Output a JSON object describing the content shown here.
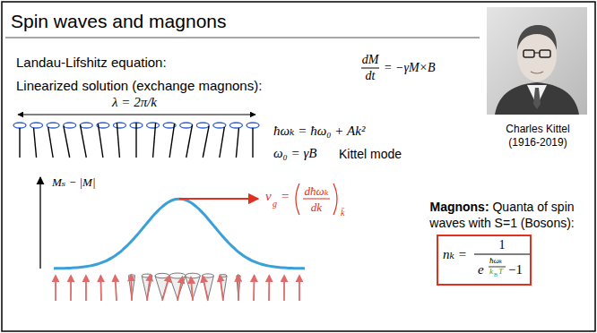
{
  "diagram": {
    "title": "Spin waves and magnons",
    "nodes": [
      {
        "text": [
          "nₖ =",
          "1",
          "e",
          "ħωₖ",
          "k",
          "B",
          "T",
          "−1"
        ]
      }
    ],
    "labels": [
      "Landau-Lifshitz equation:",
      "dM",
      "dt",
      "= −γM×B",
      "Linearized solution (exchange magnons):",
      "λ = 2π/k",
      "ħωₖ = ħω₀ + Ak²",
      "ω₀ = γB",
      "Kittel mode",
      "Charles Kittel (1916-2019)",
      "Mₛ − |M|",
      "v",
      "g",
      "=",
      "dħωₖ",
      "dk",
      "k̄",
      "Magnons:",
      "Quanta of spin waves with S=1 (Bosons):"
    ]
  }
}
